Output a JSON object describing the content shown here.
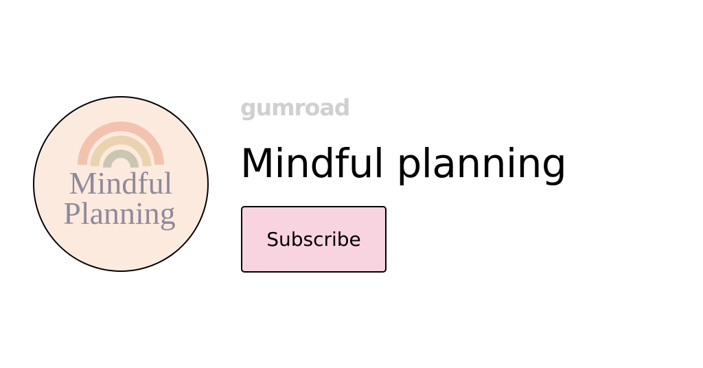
{
  "brand": {
    "logo_text": "gumroad",
    "logo_color": "#d0d0d0"
  },
  "profile": {
    "name": "Mindful planning",
    "avatar": {
      "line1": "Mindful",
      "line2": "Planning",
      "background": "#fdeadf",
      "text_color": "#8f8a9b",
      "rainbow_colors": [
        "#f4c3ad",
        "#ecd3b0",
        "#cbc6b2"
      ]
    }
  },
  "actions": {
    "subscribe_label": "Subscribe",
    "subscribe_bg": "#f8d3e0"
  }
}
